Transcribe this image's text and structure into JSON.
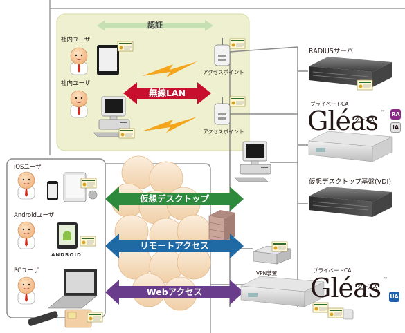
{
  "auth": {
    "label": "認証"
  },
  "users": {
    "lan_user_1": "社内ユーザ",
    "lan_user_2": "社内ユーザ",
    "ios": "iOSユーザ",
    "android": "Androidユーザ",
    "pc": "PCユーザ",
    "android_wordmark": "ANDROID"
  },
  "access_points": {
    "ap1": "アクセスポイント",
    "ap2": "アクセスポイント"
  },
  "arrows": {
    "wireless_lan": "無線LAN",
    "virtual_desktop": "仮想デスクトップ",
    "remote_access": "リモートアクセス",
    "web_access": "Webアクセス"
  },
  "servers": {
    "radius": "RADIUSサーバ",
    "private_ca_1": "プライベートCA",
    "gleas_1": "Gléas",
    "gleas_kana_1": "グレアス",
    "tm_1": "™",
    "vdi": "仮想デスクトップ基盤(VDI)",
    "vpn": "VPN装置",
    "private_ca_2": "プライベートCA",
    "gleas_2": "Gléas",
    "gleas_kana_2": "グレアス",
    "tm_2": "™"
  },
  "badges": {
    "ra": "RA",
    "ia": "IA",
    "ua": "UA"
  },
  "colors": {
    "lan_zone": "#eef0d0",
    "auth_bar": "#c6e0b4",
    "wireless_arrow": "#c8102e",
    "virtual_desktop_arrow": "#2e8b3e",
    "remote_access_arrow": "#1f6aa5",
    "web_access_arrow": "#6a3c8c",
    "ra_badge": "#8b2a86",
    "ua_badge": "#1f5fa8",
    "cloud": "#f6dfc4",
    "lightning": "#f5a51b"
  }
}
